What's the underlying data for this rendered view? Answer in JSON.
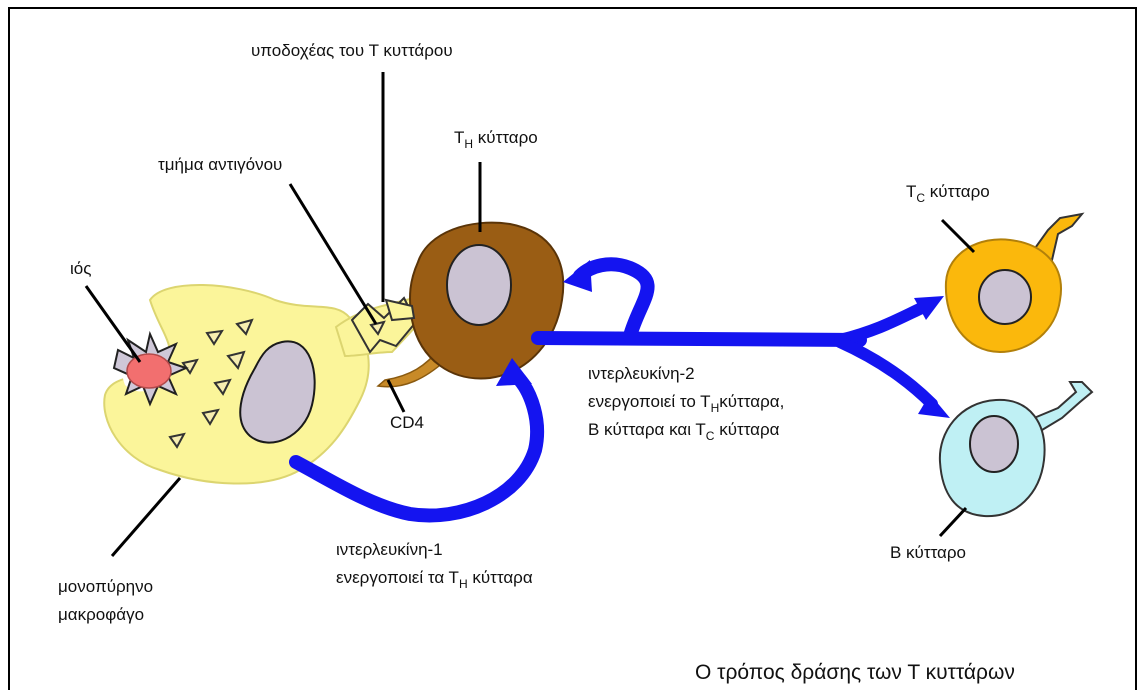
{
  "labels": {
    "receptor": "υποδοχέας του Τ κυττάρου",
    "th_cell_prefix": "Τ",
    "th_cell_sub": "Η",
    "th_cell_suffix": " κύτταρο",
    "antigen_fragment": "τμήμα αντιγόνου",
    "virus": "ιός",
    "tc_cell_prefix": "Τ",
    "tc_cell_sub": "C",
    "tc_cell_suffix": " κύτταρο",
    "cd4": "CD4",
    "macrophage_line1": "μονοπύρηνο",
    "macrophage_line2": "μακροφάγο",
    "b_cell": "Β κύτταρο",
    "il2_line1": "ιντερλευκίνη-2",
    "il2_line2_prefix": "ενεργοποιεί το Τ",
    "il2_line2_sub": "Η",
    "il2_line2_suffix": "κύτταρα,",
    "il2_line3_prefix": "Β κύτταρα και Τ",
    "il2_line3_sub": "C",
    "il2_line3_suffix": " κύτταρα",
    "il1_line1": "ιντερλευκίνη-1",
    "il1_line2_prefix": "ενεργοποιεί  τα Τ",
    "il1_line2_sub": "Η",
    "il1_line2_suffix": " κύτταρα"
  },
  "title": "Ο τρόπος δράσης των Τ κυττάρων",
  "colors": {
    "border": "#000000",
    "macrophage": "#fbf59a",
    "macrophage_outline": "#d9d36a",
    "nucleus": "#cbc3d3",
    "th_cell": "#9a5d14",
    "tc_cell": "#fbb80c",
    "b_cell": "#bff0f4",
    "virus": "#f26f6f",
    "arrow": "#1414f0",
    "cd4": "#c88a28"
  }
}
